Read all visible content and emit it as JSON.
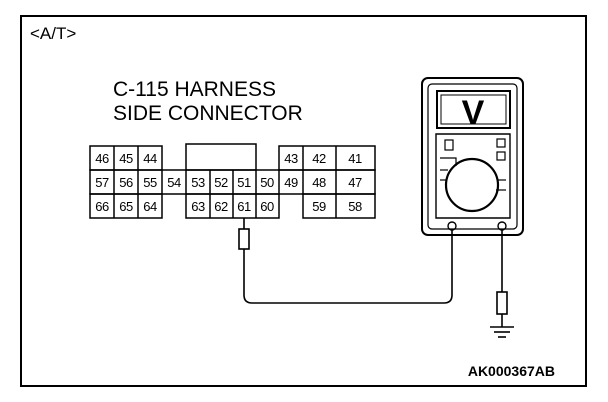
{
  "variant_label": "<A/T>",
  "connector": {
    "title_line1": "C-115 HARNESS",
    "title_line2": "SIDE CONNECTOR",
    "pins": [
      "46",
      "45",
      "44",
      "43",
      "42",
      "41",
      "57",
      "56",
      "55",
      "54",
      "53",
      "52",
      "51",
      "50",
      "49",
      "48",
      "47",
      "66",
      "65",
      "64",
      "63",
      "62",
      "61",
      "60",
      "59",
      "58"
    ],
    "probed_pin": "61"
  },
  "meter": {
    "display_symbol": "V",
    "mode": "voltmeter"
  },
  "ground_symbol": "ground-icon",
  "figure_code": "AK000367AB"
}
